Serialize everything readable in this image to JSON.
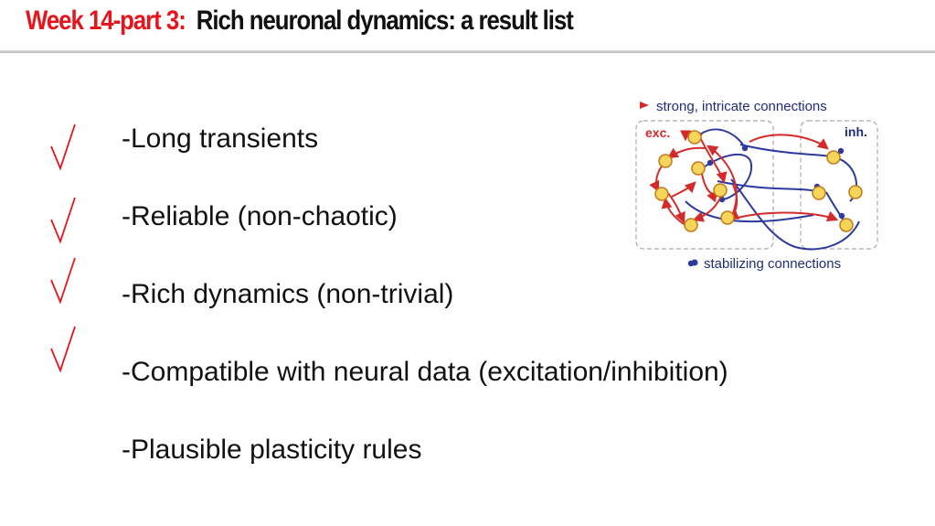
{
  "header": {
    "prefix": "Week 14-part 3:",
    "title": "Rich neuronal dynamics:  a result list"
  },
  "bullets": [
    {
      "text": "-Long transients",
      "checked": true
    },
    {
      "text": "-Reliable (non-chaotic)",
      "checked": true
    },
    {
      "text": "-Rich dynamics (non-trivial)",
      "checked": true
    },
    {
      "text": "-Compatible with neural data (excitation/inhibition)",
      "checked": true
    },
    {
      "text": "-Plausible plasticity rules",
      "checked": false
    }
  ],
  "diagram": {
    "top_legend": "strong, intricate connections",
    "bottom_legend": "stabilizing connections",
    "exc_label": "exc.",
    "inh_label": "inh.",
    "colors": {
      "excitatory_edge": "#d42a2a",
      "inhibitory_edge": "#2b3a9c",
      "neuron_fill": "#f6d65a",
      "check_mark": "#e8141b"
    }
  }
}
